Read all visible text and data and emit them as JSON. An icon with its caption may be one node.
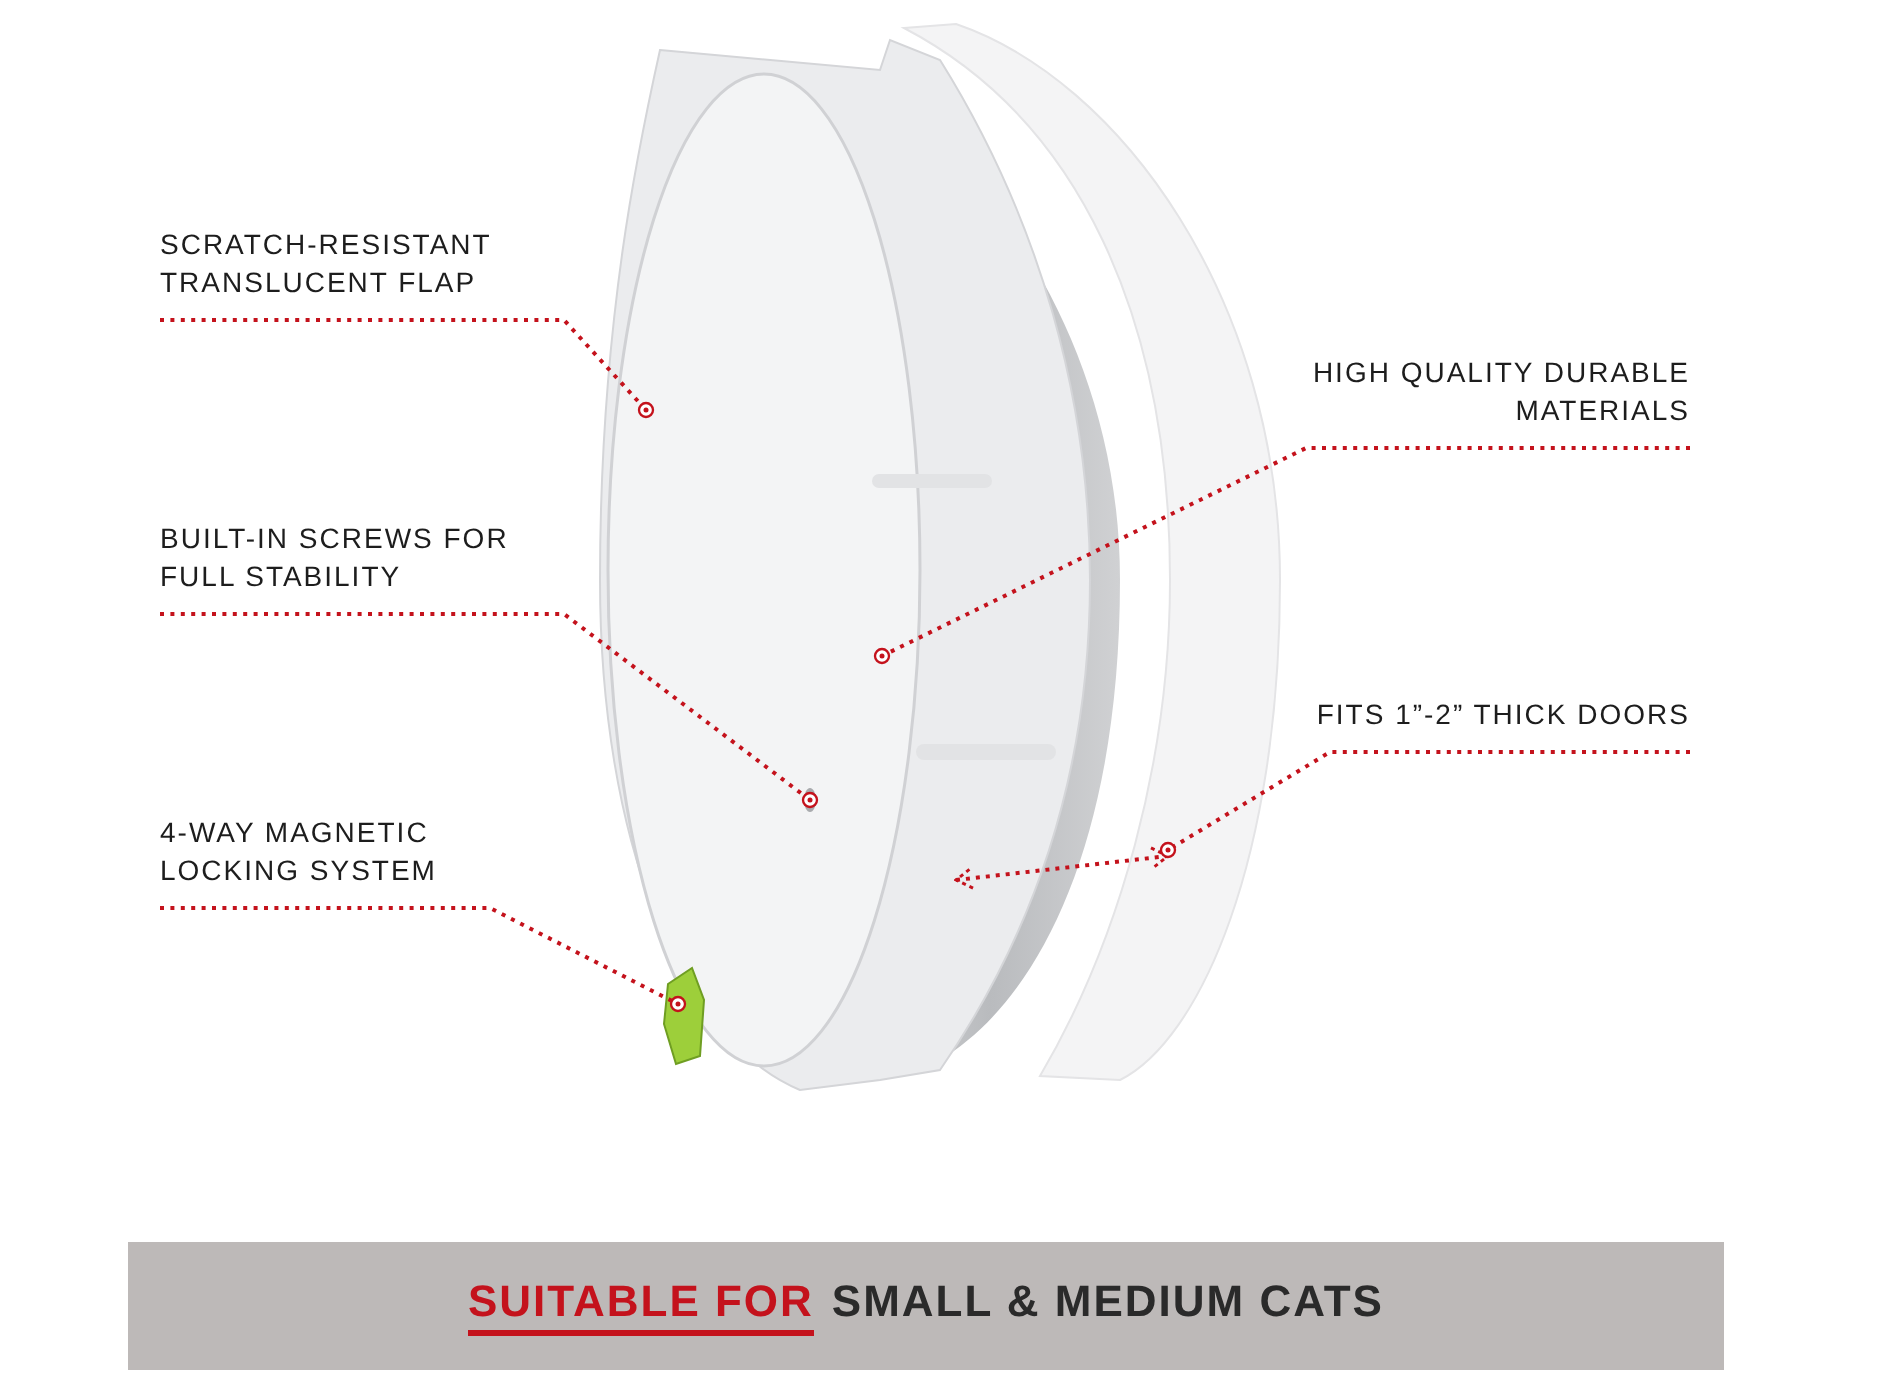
{
  "diagram": {
    "nodes": [
      {
        "text": [
          "SCRATCH-RESISTANT TRANSLUCENT FLAP"
        ]
      },
      {
        "text": [
          "HIGH QUALITY DURABLE MATERIALS"
        ]
      },
      {
        "text": [
          "BUILT-IN SCREWS FOR FULL STABILITY"
        ]
      },
      {
        "text": [
          "FITS 1”-2” THICK DOORS"
        ]
      },
      {
        "text": [
          "4-WAY MAGNETIC LOCKING SYSTEM"
        ]
      },
      {
        "text": [
          "SUITABLE FOR",
          "SMALL & MEDIUM CATS"
        ]
      }
    ],
    "edges": [
      {
        "from": 0,
        "to": null,
        "arrow": "other"
      },
      {
        "from": 1,
        "to": null,
        "arrow": "other"
      },
      {
        "from": 2,
        "to": null,
        "arrow": "other"
      },
      {
        "from": 3,
        "to": null,
        "arrow": "other"
      },
      {
        "from": 4,
        "to": null,
        "arrow": "other"
      }
    ]
  }
}
